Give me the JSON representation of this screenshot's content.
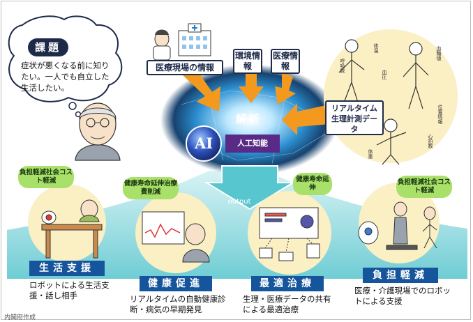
{
  "issue": {
    "label": "課題",
    "text": "症状が悪くなる前に知りたい。一人でも自立した生活したい。"
  },
  "inputs": {
    "medical_site_info": "医療現場の情報",
    "env_info": "環境情報",
    "medical_info": "医療情報",
    "realtime_data": "リアルタイム生理計測データ"
  },
  "vitals": {
    "breathing": "呼吸数",
    "body_temp": "体温",
    "blood_pressure": "血圧",
    "blood_sugar": "血糖値",
    "position": "位置情報",
    "heart_rate": "心拍数",
    "weight": "体重"
  },
  "ai": {
    "analysis": "解析",
    "badge": "AI",
    "label": "人工知能",
    "output": "output"
  },
  "outcomes": [
    {
      "bubble": "負担軽減社会コスト軽減",
      "label": "生活支援",
      "desc": "ロボットによる生活支援・話し相手"
    },
    {
      "bubble": "健康寿命延伸治療費削減",
      "label": "健康促進",
      "desc": "リアルタイムの自動健康診断・病気の早期発見"
    },
    {
      "bubble": "健康寿命延伸",
      "label": "最適治療",
      "desc": "生理・医療データの共有による最適治療"
    },
    {
      "bubble": "負担軽減社会コスト軽減",
      "label": "負担軽減",
      "desc": "医療・介護現場でのロボットによる支援"
    }
  ],
  "footer": "内閣府作成",
  "colors": {
    "navy": "#1e2a48",
    "arrow_orange": "#f39a1e",
    "teal": "#7fd3d8",
    "category_blue": "#16559c",
    "bubble_green": "#a8e06a",
    "ai_purple": "#5a2b86",
    "cream_circle": "#fbefc4"
  }
}
